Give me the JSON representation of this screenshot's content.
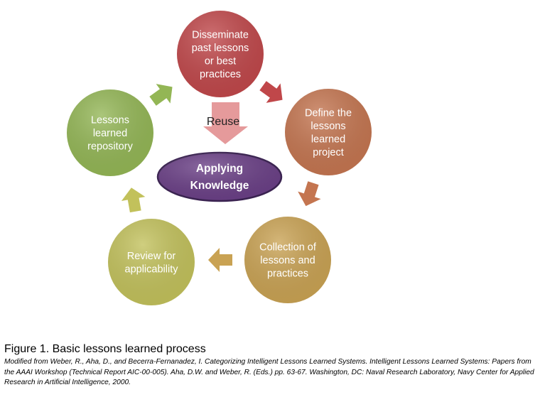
{
  "diagram": {
    "nodes": [
      {
        "id": "disseminate",
        "lines": [
          "Disseminate",
          "past lessons",
          "or best",
          "practices"
        ],
        "color": "#c0474a"
      },
      {
        "id": "define",
        "lines": [
          "Define the",
          "lessons",
          "learned",
          "project"
        ],
        "color": "#c47550"
      },
      {
        "id": "collection",
        "lines": [
          "Collection of",
          "lessons and",
          "practices"
        ],
        "color": "#c9a253"
      },
      {
        "id": "review",
        "lines": [
          "Review for",
          "applicability"
        ],
        "color": "#c2c15b"
      },
      {
        "id": "repository",
        "lines": [
          "Lessons",
          "learned",
          "repository"
        ],
        "color": "#93b655"
      }
    ],
    "center": {
      "lines": [
        "Applying",
        "Knowledge"
      ],
      "color": "#6a3f86",
      "border": "#3b2352"
    },
    "reuse_label": "Reuse",
    "reuse_arrow_color": "#e59a9b",
    "arrow_colors": [
      "#c0474a",
      "#c47550",
      "#c9a253",
      "#c2c15b",
      "#93b655"
    ]
  },
  "caption": {
    "title": "Figure 1. Basic lessons learned process",
    "source": "Modified from Weber, R., Aha, D., and Becerra-Fernanadez, I. Categorizing Intelligent Lessons Learned Systems. Intelligent Lessons Learned Systems: Papers from the AAAI Workshop (Technical Report AIC-00-005). Aha, D.W. and Weber, R. (Eds.) pp. 63-67. Washington, DC: Naval Research Laboratory, Navy Center for Applied Research in Artificial Intelligence, 2000."
  }
}
